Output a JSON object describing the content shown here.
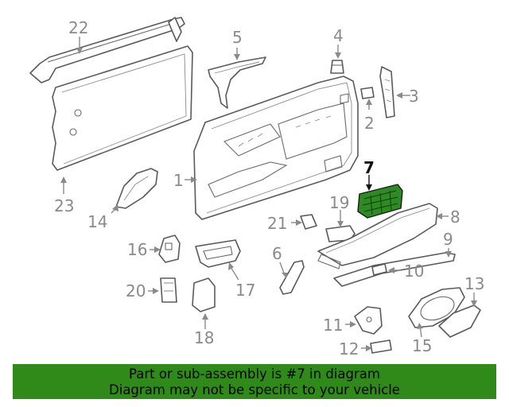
{
  "highlighted_callout": "7",
  "colors": {
    "highlight_part": "#2e8b23",
    "banner_background": "#2f8a1a",
    "line_art": "#5a5a5a",
    "callout_text": "#8a8a8a"
  },
  "callouts": {
    "c1": "1",
    "c2": "2",
    "c3": "3",
    "c4": "4",
    "c5": "5",
    "c6": "6",
    "c7": "7",
    "c8": "8",
    "c9": "9",
    "c10": "10",
    "c11": "11",
    "c12": "12",
    "c13": "13",
    "c14": "14",
    "c15": "15",
    "c16": "16",
    "c17": "17",
    "c18": "18",
    "c19": "19",
    "c20": "20",
    "c21": "21",
    "c22": "22",
    "c23": "23"
  },
  "banner": {
    "line1": "Part or sub-assembly is #7 in diagram",
    "line2": "Diagram may not be specific to your vehicle"
  }
}
